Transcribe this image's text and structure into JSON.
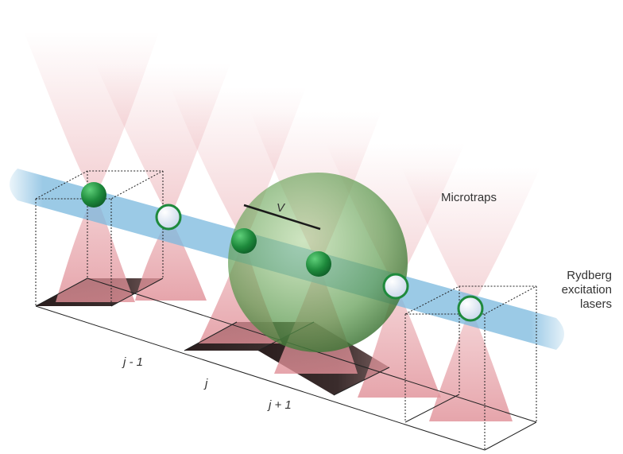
{
  "labels": {
    "microtraps": "Microtraps",
    "lasers_line1": "Rydberg",
    "lasers_line2": "excitation",
    "lasers_line3": "lasers",
    "interaction": "V",
    "site_prev": "j - 1",
    "site_current": "j",
    "site_next": "j + 1"
  },
  "colors": {
    "trap_beam": "#e8a3a9",
    "laser_beam": "#7ab8de",
    "rydberg_atom": "#1e8a3c",
    "ground_atom": "#dde6f2",
    "blockade_sphere": "#5c9a4e",
    "lattice_cell": "#3a2c2c"
  },
  "atoms": [
    {
      "site": 1,
      "state": "rydberg"
    },
    {
      "site": 2,
      "state": "ground"
    },
    {
      "site": 3,
      "state": "rydberg"
    },
    {
      "site": 4,
      "state": "rydberg"
    },
    {
      "site": 5,
      "state": "ground"
    },
    {
      "site": 6,
      "state": "ground"
    }
  ]
}
